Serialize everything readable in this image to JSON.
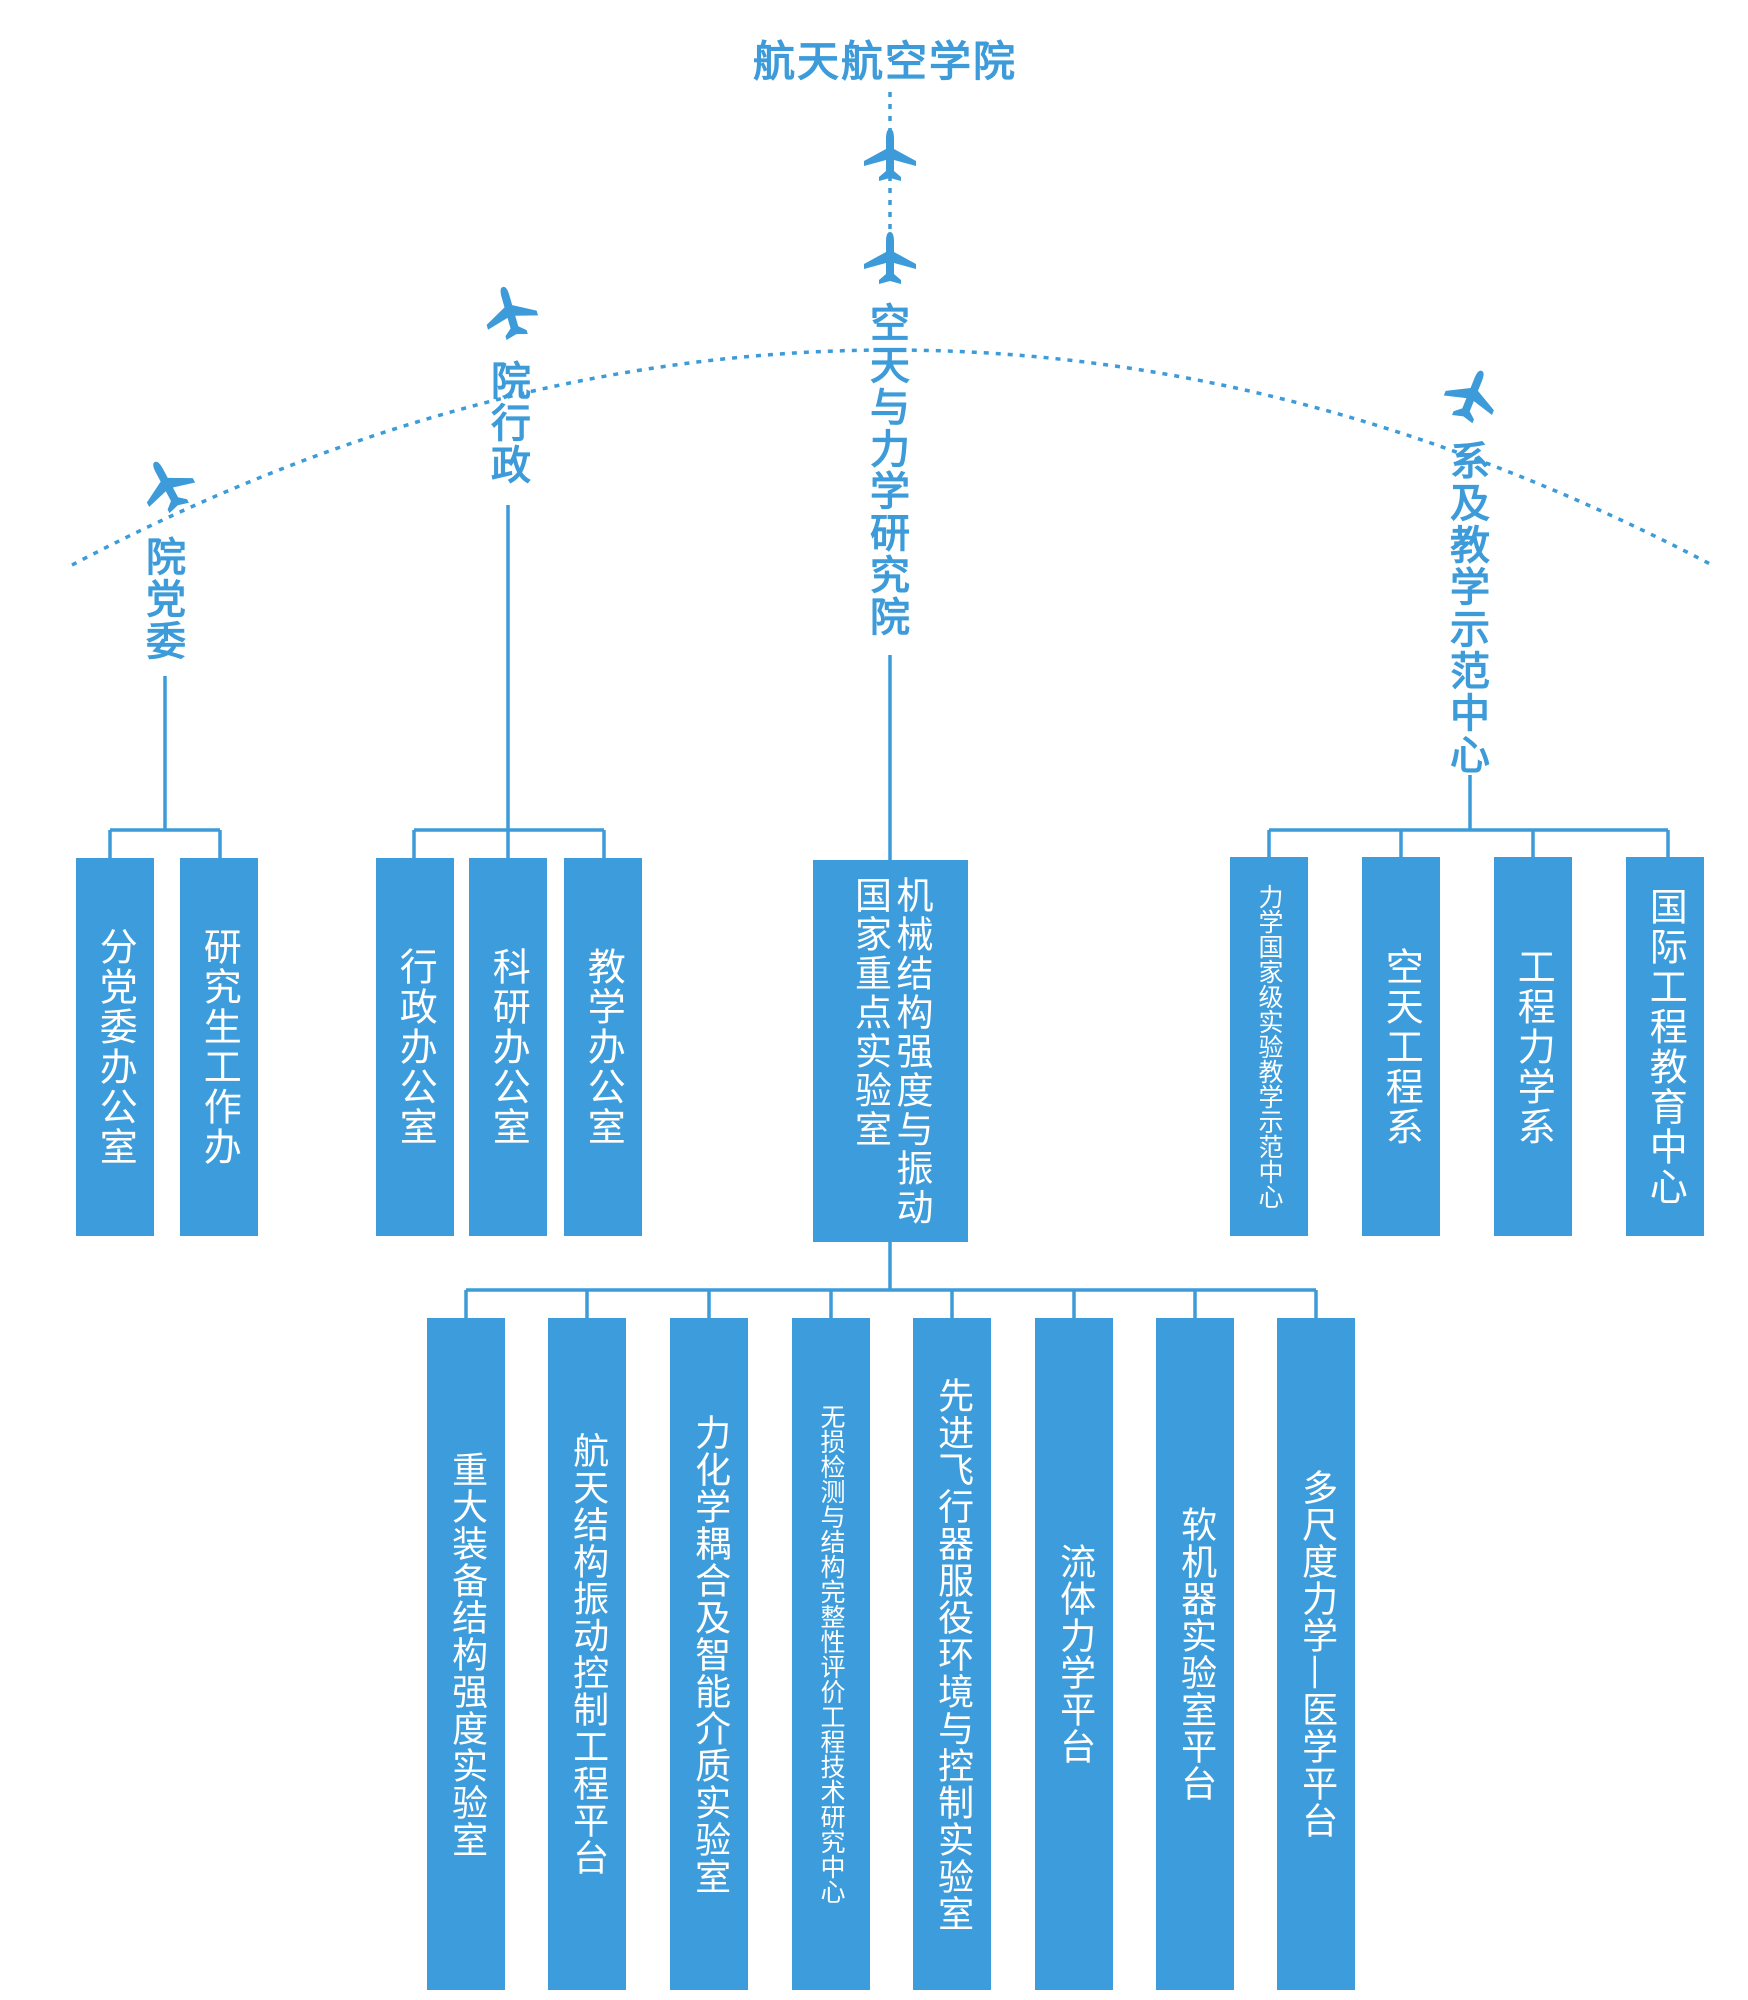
{
  "title": "航天航空学院",
  "colors": {
    "accent": "#3c9bd8",
    "box": "#3d9ddc",
    "box_text": "#ffffff"
  },
  "icons": {
    "marker": "airplane-icon"
  },
  "branches": [
    {
      "label": "院党委",
      "children": [
        "分党委办公室",
        "研究生工作办"
      ]
    },
    {
      "label": "院行政",
      "children": [
        "行政办公室",
        "科研办公室",
        "教学办公室"
      ]
    },
    {
      "label": "空天与力学研究院",
      "children": [
        "机械结构强度与振动国家重点实验室"
      ]
    },
    {
      "label": "系及教学示范中心",
      "children": [
        "力学国家级实验教学示范中心",
        "空天工程系",
        "工程力学系",
        "国际工程教育中心"
      ]
    }
  ],
  "lab": {
    "name_line1": "机械结构强度与振动",
    "name_line2": "国家重点实验室",
    "platforms": [
      "重大装备结构强度实验室",
      "航天结构振动控制工程平台",
      "力化学耦合及智能介质实验室",
      "无损检测与结构完整性评价工程技术研究中心",
      "先进飞行器服役环境与控制实验室",
      "流体力学平台",
      "软机器实验室平台",
      "多尺度力学—医学平台"
    ]
  }
}
